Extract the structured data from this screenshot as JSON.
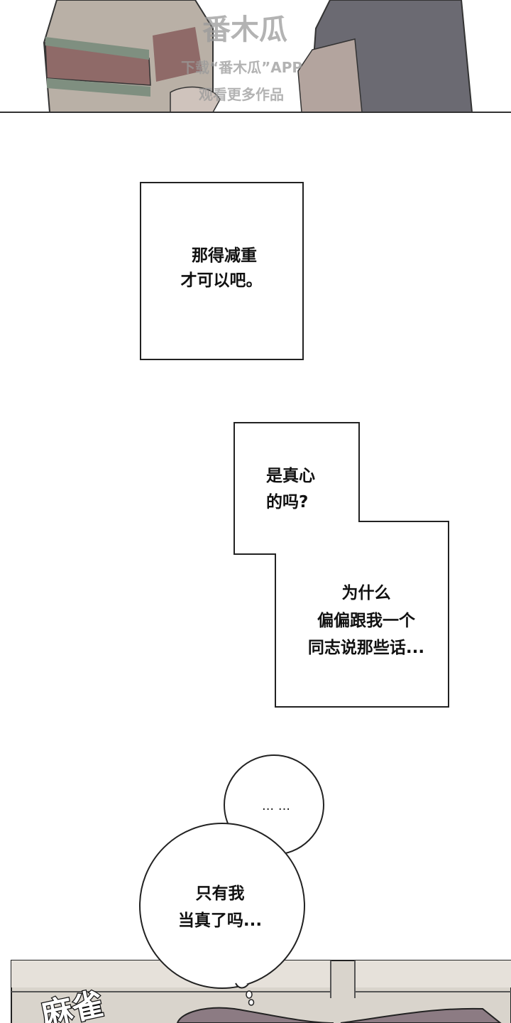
{
  "panel_top": {
    "watermark": {
      "logo": "番木瓜",
      "line1": "下载“番木瓜”APP",
      "line2": "观看更多作品"
    }
  },
  "caption_box_1": {
    "lines": [
      "那得减重",
      "才可以吧。"
    ]
  },
  "caption_box_2": {
    "part1": [
      "是真心",
      "的吗?"
    ],
    "part2": [
      "为什么",
      "偏偏跟我一个",
      "同志说那些话..."
    ]
  },
  "thought_bubble_small": {
    "text": "... ..."
  },
  "thought_bubble_large": {
    "lines": [
      "只有我",
      "当真了吗..."
    ]
  },
  "panel_bottom": {
    "sound_effect": "麻雀"
  }
}
